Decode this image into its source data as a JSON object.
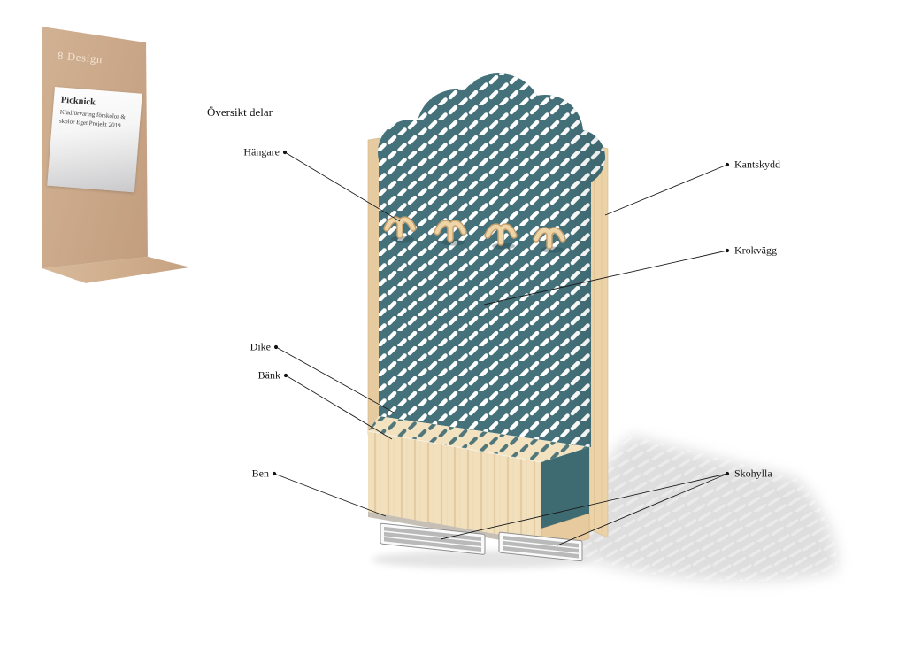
{
  "brand_card": {
    "logo_text": "8 Design",
    "label_title": "Picknick",
    "label_subtitle": [
      "Klädförvaring förskolor &",
      "skolor Eget Projekt 2019"
    ]
  },
  "diagram": {
    "title": "Översikt delar",
    "labels": [
      {
        "id": "hangare",
        "text": "Hängare"
      },
      {
        "id": "kantskydd",
        "text": "Kantskydd"
      },
      {
        "id": "krokvagg",
        "text": "Krokvägg"
      },
      {
        "id": "dike",
        "text": "Dike"
      },
      {
        "id": "bank",
        "text": "Bänk"
      },
      {
        "id": "ben",
        "text": "Ben"
      },
      {
        "id": "skohylla",
        "text": "Skohylla"
      }
    ],
    "colors": {
      "panel_teal": "#44717a",
      "panel_teal_side": "#3e6a72",
      "wood_light": "#f2e0bd",
      "wood_edge": "#e9cfa4",
      "shadow_gray": "#dadada",
      "card_beige": "#c8a284"
    }
  }
}
